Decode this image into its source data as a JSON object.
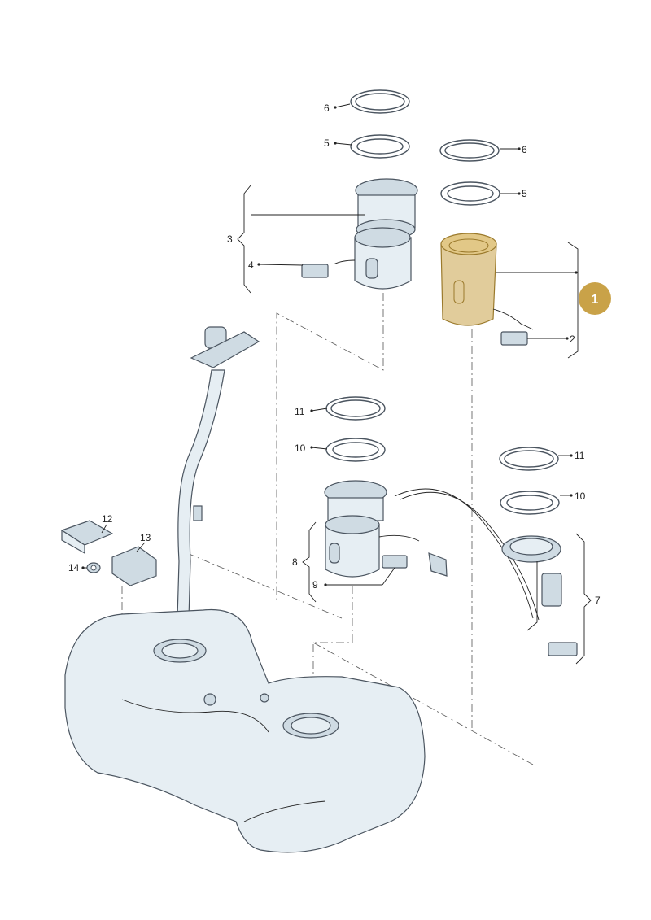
{
  "callouts": {
    "c1": "1",
    "c2": "2",
    "c3": "3",
    "c4": "4",
    "c5a": "5",
    "c5b": "5",
    "c6a": "6",
    "c6b": "6",
    "c7": "7",
    "c8": "8",
    "c9": "9",
    "c10a": "10",
    "c10b": "10",
    "c11a": "11",
    "c11b": "11",
    "c12": "12",
    "c13": "13",
    "c14": "14"
  },
  "colors": {
    "highlight_fill": "#c9a248",
    "highlight_badge": "#c9a248",
    "part_fill": "#e6eef3",
    "line": "#222222"
  }
}
